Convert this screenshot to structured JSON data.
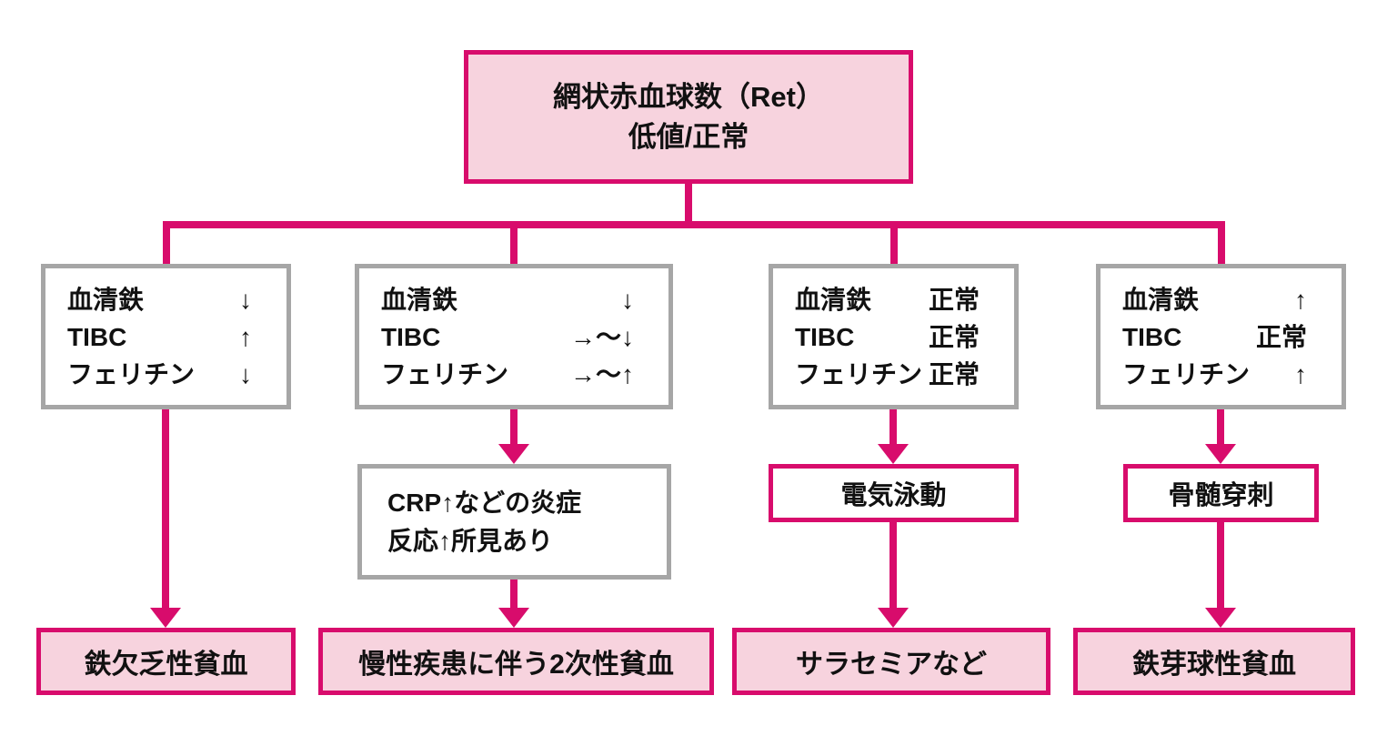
{
  "colors": {
    "magenta": "#d80c6c",
    "pink_fill": "#f7d3de",
    "gray_border": "#a6a6a6"
  },
  "root": {
    "line1": "網状赤血球数（Ret）",
    "line2": "低値/正常"
  },
  "branches": [
    {
      "labs": [
        {
          "name": "血清鉄",
          "value": "↓"
        },
        {
          "name": "TIBC",
          "value": "↑"
        },
        {
          "name": "フェリチン",
          "value": "↓"
        }
      ],
      "result": "鉄欠乏性貧血"
    },
    {
      "labs": [
        {
          "name": "血清鉄",
          "value": "↓"
        },
        {
          "name": "TIBC",
          "value": "→～↓"
        },
        {
          "name": "フェリチン",
          "value": "→～↑"
        }
      ],
      "middle": {
        "line1": "CRP↑などの炎症",
        "line2": "反応↑所見あり"
      },
      "result": "慢性疾患に伴う2次性貧血"
    },
    {
      "labs": [
        {
          "name": "血清鉄",
          "value": "正常"
        },
        {
          "name": "TIBC",
          "value": "正常"
        },
        {
          "name": "フェリチン",
          "value": "正常"
        }
      ],
      "middle": {
        "line1": "電気泳動"
      },
      "result": "サラセミアなど"
    },
    {
      "labs": [
        {
          "name": "血清鉄",
          "value": "↑"
        },
        {
          "name": "TIBC",
          "value": "正常"
        },
        {
          "name": "フェリチン",
          "value": "↑"
        }
      ],
      "middle": {
        "line1": "骨髄穿刺"
      },
      "result": "鉄芽球性貧血"
    }
  ]
}
